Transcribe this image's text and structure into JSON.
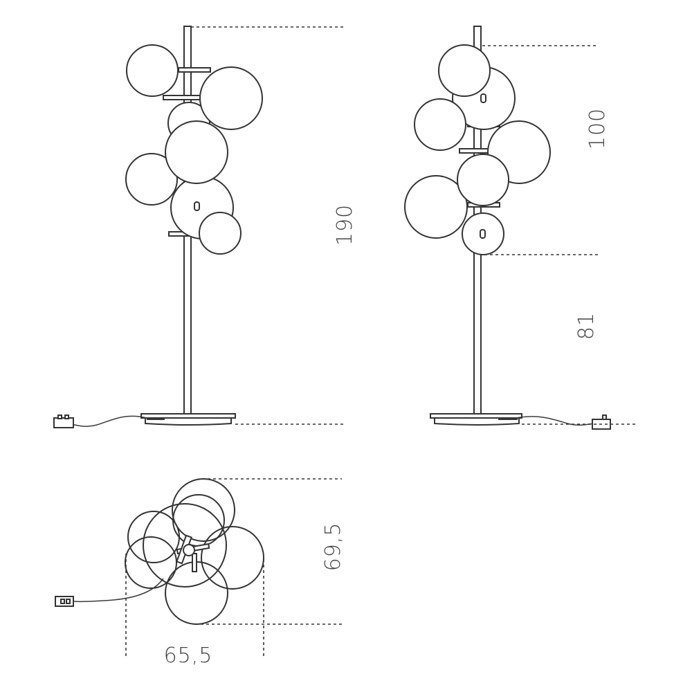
{
  "dimensions": {
    "total_height": "190",
    "cluster_height": "100",
    "lower_height": "81",
    "depth": "69,5",
    "width": "65,5"
  },
  "colors": {
    "line": "#333333",
    "background": "#ffffff",
    "label": "#444444"
  }
}
